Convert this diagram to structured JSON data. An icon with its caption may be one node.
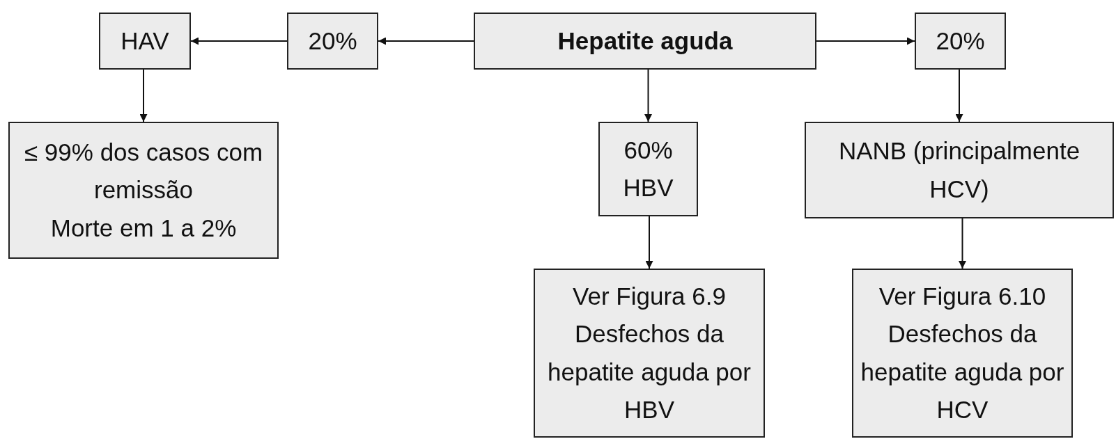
{
  "diagram": {
    "nodes": [
      {
        "text": [
          "HAV"
        ]
      },
      {
        "text": [
          "20%"
        ]
      },
      {
        "text": [
          "Hepatite aguda"
        ]
      },
      {
        "text": [
          "20%"
        ]
      },
      {
        "text": [
          "≤ 99% dos casos com remissão",
          "Morte em 1 a 2%"
        ]
      },
      {
        "text": [
          "60% HBV"
        ]
      },
      {
        "text": [
          "NANB (principalmente HCV)"
        ]
      },
      {
        "text": [
          "Ver Figura 6.9",
          "Desfechos da hepatite aguda por HBV"
        ]
      },
      {
        "text": [
          "Ver Figura 6.10",
          "Desfechos da hepatite aguda por HCV"
        ]
      }
    ],
    "edges": [
      {
        "from": 2,
        "to": 1,
        "arrow": "to"
      },
      {
        "from": 1,
        "to": 0,
        "arrow": "to"
      },
      {
        "from": 2,
        "to": 3,
        "arrow": "to"
      },
      {
        "from": 0,
        "to": 4,
        "arrow": "to"
      },
      {
        "from": 2,
        "to": 5,
        "arrow": "to"
      },
      {
        "from": 3,
        "to": 6,
        "arrow": "to"
      },
      {
        "from": 5,
        "to": 7,
        "arrow": "to"
      },
      {
        "from": 6,
        "to": 8,
        "arrow": "to"
      }
    ]
  }
}
